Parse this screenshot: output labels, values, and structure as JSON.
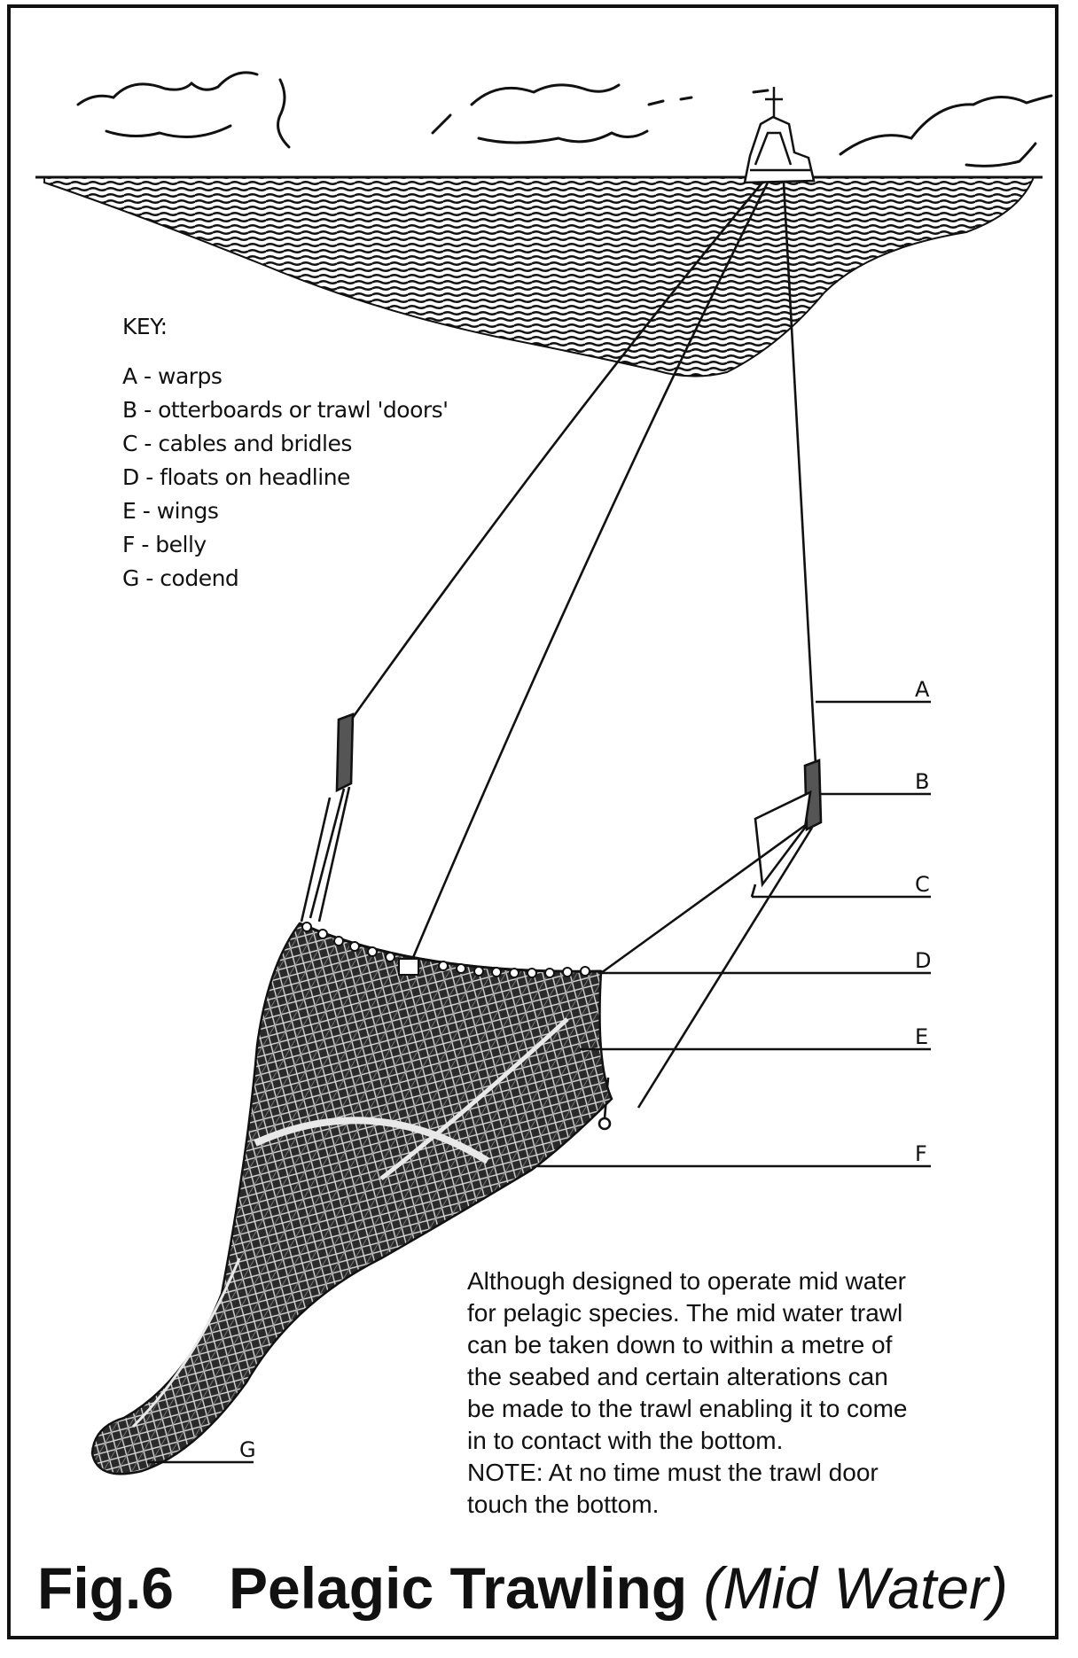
{
  "key": {
    "title": "KEY:",
    "items": [
      "A - warps",
      "B - otterboards or trawl 'doors'",
      "C - cables and bridles",
      "D - floats on headline",
      "E - wings",
      "F - belly",
      "G - codend"
    ]
  },
  "labels": [
    "A",
    "B",
    "C",
    "D",
    "E",
    "F",
    "G"
  ],
  "note": [
    "Although designed to operate mid water",
    "for pelagic species. The mid water trawl",
    "can be taken down to within a metre of",
    "the seabed and certain alterations can",
    "be made to the trawl enabling it to come",
    "in to contact with the bottom.",
    "NOTE: At no time must the trawl door",
    "touch the bottom."
  ],
  "title": {
    "fig": "Fig.6",
    "main": "Pelagic Trawling",
    "sub": "(Mid Water)"
  },
  "colors": {
    "ink": "#111111",
    "paper": "#ffffff"
  }
}
